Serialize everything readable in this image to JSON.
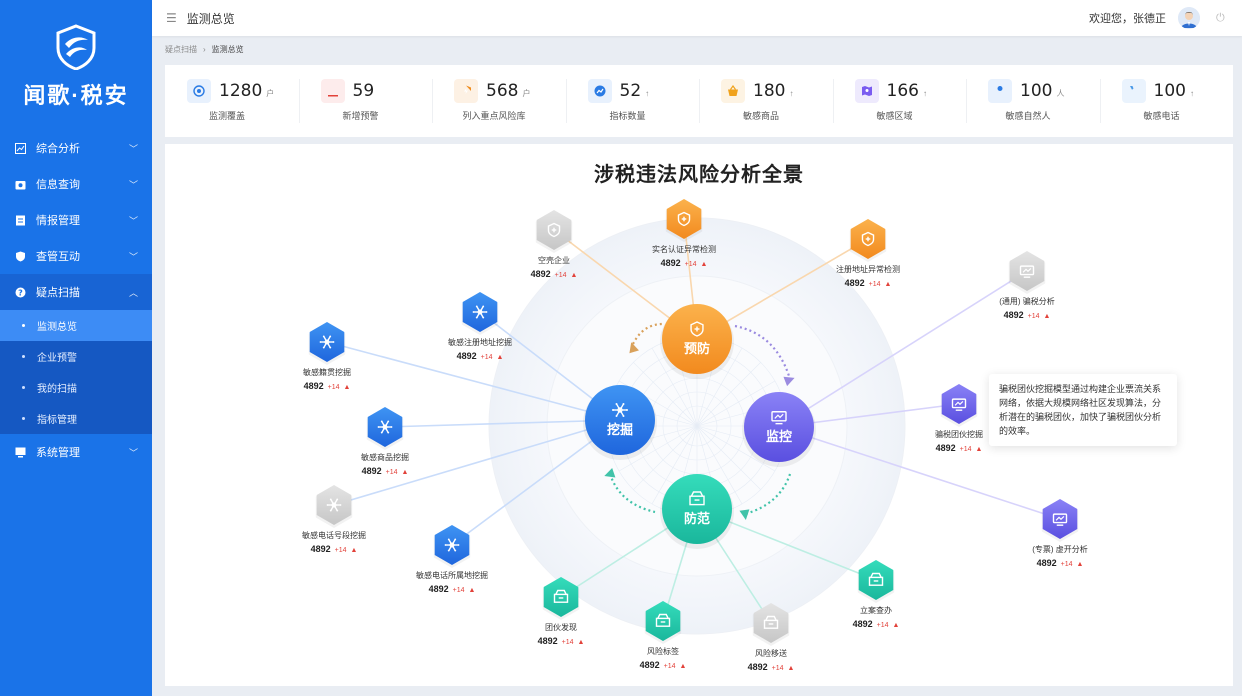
{
  "sidebar": {
    "brand": "闻歌·税安",
    "menu": [
      {
        "label": "综合分析",
        "icon": "chart-icon",
        "open": false
      },
      {
        "label": "信息查询",
        "icon": "camera-icon",
        "open": false
      },
      {
        "label": "情报管理",
        "icon": "document-icon",
        "open": false
      },
      {
        "label": "查管互动",
        "icon": "shield-icon",
        "open": false
      },
      {
        "label": "疑点扫描",
        "icon": "question-icon",
        "open": true
      },
      {
        "label": "系统管理",
        "icon": "monitor-icon",
        "open": false
      }
    ],
    "submenu": [
      {
        "label": "监测总览",
        "active": true
      },
      {
        "label": "企业预警",
        "active": false
      },
      {
        "label": "我的扫描",
        "active": false
      },
      {
        "label": "指标管理",
        "active": false
      }
    ]
  },
  "header": {
    "title": "监测总览",
    "welcome": "欢迎您，张德正"
  },
  "breadcrumb": [
    "疑点扫描",
    "监测总览"
  ],
  "stats": [
    {
      "value": "1280",
      "unit": "户",
      "label": "监测覆盖",
      "icon": "radar-icon",
      "bg": "#e8f1fd",
      "fg": "#2a7be4"
    },
    {
      "value": "59",
      "unit": "",
      "label": "新增预警",
      "icon": "alarm-icon",
      "bg": "#fdecec",
      "fg": "#e2423a"
    },
    {
      "value": "568",
      "unit": "户",
      "label": "列入重点风险库",
      "icon": "bolt-shield-icon",
      "bg": "#fdf1e4",
      "fg": "#f08c1c"
    },
    {
      "value": "52",
      "unit": "↑",
      "label": "指标数量",
      "icon": "trend-icon",
      "bg": "#e8f1fd",
      "fg": "#2a7be4"
    },
    {
      "value": "180",
      "unit": "↑",
      "label": "敏感商品",
      "icon": "basket-icon",
      "bg": "#fdf3e3",
      "fg": "#f0a21c"
    },
    {
      "value": "166",
      "unit": "↑",
      "label": "敏感区域",
      "icon": "map-pin-icon",
      "bg": "#eeeafd",
      "fg": "#7a5cf0"
    },
    {
      "value": "100",
      "unit": "人",
      "label": "敏感自然人",
      "icon": "person-icon",
      "bg": "#e8f1fd",
      "fg": "#2a7be4"
    },
    {
      "value": "100",
      "unit": "↑",
      "label": "敏感电话",
      "icon": "phone-icon",
      "bg": "#eaf3fd",
      "fg": "#4a9ae8"
    }
  ],
  "panel": {
    "title": "涉税违法风险分析全景",
    "hubs": [
      {
        "label": "预防",
        "icon": "shield-plus-icon"
      },
      {
        "label": "挖掘",
        "icon": "snowflake-icon"
      },
      {
        "label": "监控",
        "icon": "monitor-icon"
      },
      {
        "label": "防范",
        "icon": "box-icon"
      }
    ],
    "nodes": [
      {
        "label": "空壳企业",
        "value": "4892",
        "delta": "+14",
        "kind": "gray-shield"
      },
      {
        "label": "实名认证异常检测",
        "value": "4892",
        "delta": "+14",
        "kind": "orange-shield"
      },
      {
        "label": "注册地址异常检测",
        "value": "4892",
        "delta": "+14",
        "kind": "orange-shield"
      },
      {
        "label": "(通用) 骗税分析",
        "value": "4892",
        "delta": "+14",
        "kind": "gray-monitor"
      },
      {
        "label": "敏感注册地址挖掘",
        "value": "4892",
        "delta": "+14",
        "kind": "blue-snow"
      },
      {
        "label": "敏感籍贯挖掘",
        "value": "4892",
        "delta": "+14",
        "kind": "blue-snow"
      },
      {
        "label": "敏感商品挖掘",
        "value": "4892",
        "delta": "+14",
        "kind": "blue-snow"
      },
      {
        "label": "敏感电话号段挖掘",
        "value": "4892",
        "delta": "+14",
        "kind": "gray-snow"
      },
      {
        "label": "敏感电话所属地挖掘",
        "value": "4892",
        "delta": "+14",
        "kind": "blue-snow"
      },
      {
        "label": "骗税团伙挖掘",
        "value": "4892",
        "delta": "+14",
        "kind": "purple-monitor"
      },
      {
        "label": "(专票) 虚开分析",
        "value": "4892",
        "delta": "+14",
        "kind": "purple-monitor"
      },
      {
        "label": "团伙发现",
        "value": "4892",
        "delta": "+14",
        "kind": "green-box"
      },
      {
        "label": "风险标签",
        "value": "4892",
        "delta": "+14",
        "kind": "green-box"
      },
      {
        "label": "风险移送",
        "value": "4892",
        "delta": "+14",
        "kind": "gray-box"
      },
      {
        "label": "立案查办",
        "value": "4892",
        "delta": "+14",
        "kind": "green-box"
      }
    ],
    "tooltip": "骗税团伙挖掘模型通过构建企业票流关系网络，依据大规模网络社区发现算法，分析潜在的骗税团伙，加快了骗税团伙分析的效率。"
  },
  "colors": {
    "brand": "#1a73e8",
    "orange": "#f59b2b",
    "blue": "#2f7ee9",
    "purple": "#6d63ea",
    "green": "#28cfb0",
    "gray": "#cfcfcf",
    "delta": "#e2423a"
  }
}
